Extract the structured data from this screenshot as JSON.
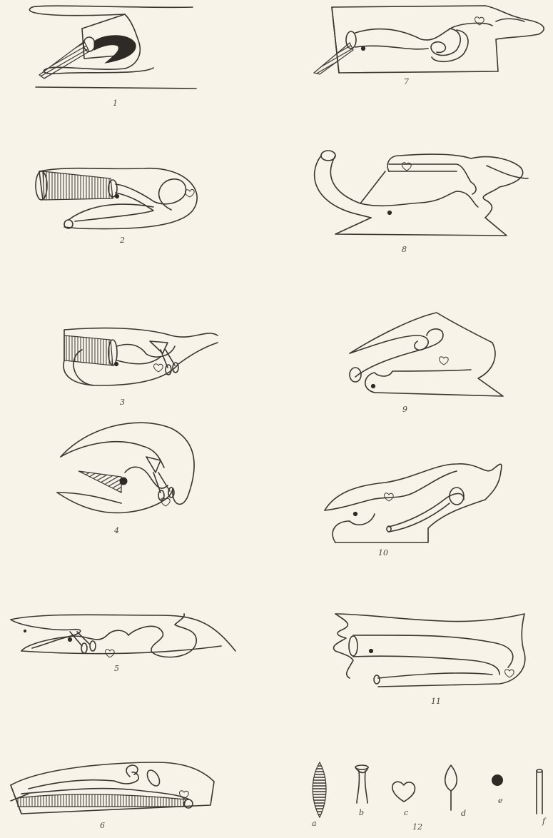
{
  "plate": {
    "figures": [
      {
        "label": "1"
      },
      {
        "label": "2"
      },
      {
        "label": "3"
      },
      {
        "label": "4"
      },
      {
        "label": "5"
      },
      {
        "label": "6"
      },
      {
        "label": "7"
      },
      {
        "label": "8"
      },
      {
        "label": "9"
      },
      {
        "label": "10"
      },
      {
        "label": "11"
      },
      {
        "label": "12"
      }
    ],
    "legend": [
      {
        "label": "a"
      },
      {
        "label": "b"
      },
      {
        "label": "c"
      },
      {
        "label": "d"
      },
      {
        "label": "e"
      },
      {
        "label": "f"
      }
    ]
  },
  "colors": {
    "paper": "#f7f3e8",
    "ink": "#3a3530"
  }
}
